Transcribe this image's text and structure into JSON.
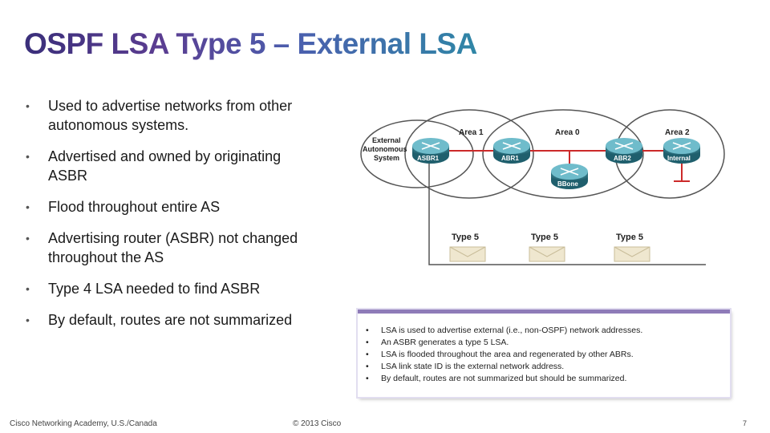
{
  "slide": {
    "title": "OSPF LSA Type 5 – External LSA",
    "bullets": [
      "Used to advertise networks from other autonomous systems.",
      "Advertised and owned by originating ASBR",
      "Flood throughout entire AS",
      "Advertising router (ASBR) not changed throughout the AS",
      "Type 4 LSA needed to find ASBR",
      "By default, routes are not summarized"
    ]
  },
  "diagram": {
    "external_label": [
      "External",
      "Autonomous",
      "System"
    ],
    "areas": [
      "Area 1",
      "Area 0",
      "Area 2"
    ],
    "routers": [
      "ASBR1",
      "ABR1",
      "BBone",
      "ABR2",
      "Internal"
    ],
    "lsa_label": "Type 5",
    "colors": {
      "router": "#2e7d8c",
      "area_line": "#555555",
      "link_red": "#cc2a2a",
      "envelope": "#efe7cf"
    }
  },
  "infobox": {
    "items": [
      "LSA is used to advertise external (i.e., non-OSPF) network addresses.",
      "An ASBR generates a type 5 LSA.",
      "LSA is flooded throughout the area and regenerated by other ABRs.",
      "LSA link state ID is the external network address.",
      "By default, routes are not summarized but should be summarized."
    ]
  },
  "footer": {
    "left": "Cisco Networking Academy, U.S./Canada",
    "middle": "© 2013 Cisco",
    "page": "7"
  }
}
